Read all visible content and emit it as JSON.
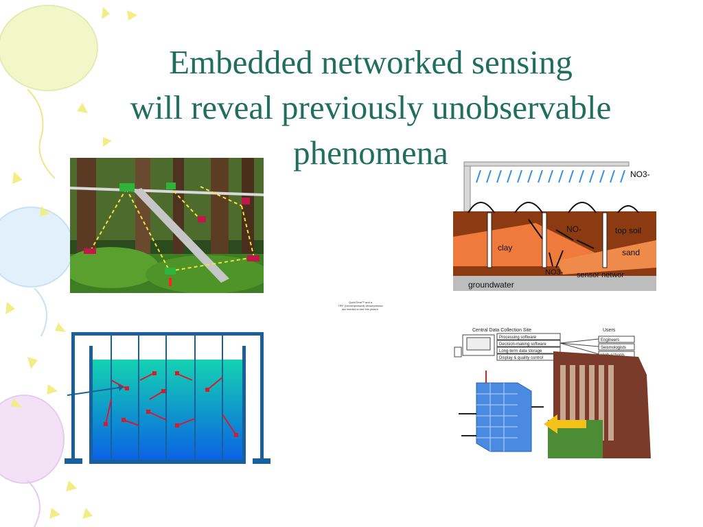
{
  "slide": {
    "title_lines": [
      "Embedded networked sensing",
      "will reveal previously unobservable",
      "phenomena"
    ]
  },
  "soil_panel": {
    "labels": {
      "nitrate_top": "NO3-",
      "nitrate_mid": "NO-",
      "nitrate_bottom": "NO3-",
      "clay": "clay",
      "top_soil": "top soil",
      "sand": "sand",
      "sensor_network": "sensor networ",
      "groundwater": "groundwater"
    }
  },
  "placeholder": {
    "lines": [
      "QuickTime™ and a",
      "TIFF (Uncompressed) decompressor",
      "are needed to see this picture."
    ]
  },
  "building_panel": {
    "central_title": "Central Data Collection Site",
    "users_title": "Users",
    "central_items": [
      "Processing software",
      "Decision-making software",
      "Long-term data storage",
      "Display & quality control"
    ],
    "users_items": [
      "Engineers",
      "Seismologists",
      "High-schools"
    ]
  },
  "colors": {
    "title": "#1f6f5c",
    "frame_blue": "#1a5e9a",
    "soil_brown": "#8c3a12",
    "clay_orange": "#f07a3c",
    "arrow_yellow": "#f2c21a"
  }
}
